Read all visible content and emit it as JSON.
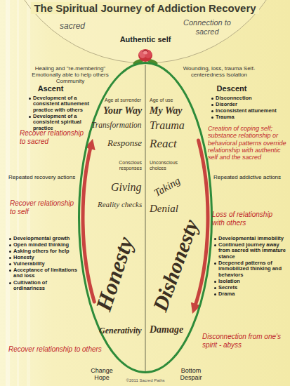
{
  "diagram": {
    "title": "The Spiritual Journey of Addiction Recovery",
    "nodes": [
      {
        "text": [
          "Age at surrender",
          "Age of use",
          "Your Way",
          "My Way",
          "Transformation",
          "Trauma",
          "Response",
          "React",
          "Conscious responses",
          "Unconscious choices",
          "Giving",
          "Taking",
          "Reality checks",
          "Denial",
          "Honesty",
          "Dishonesty",
          "Generativity",
          "Damage"
        ]
      }
    ],
    "labels": [
      "Authentic self",
      "sacred",
      "Connection to sacred",
      "Healing and \"re-membering\" Emotionally able to help others Community",
      "Wounding, loss, trauma Self-centeredness Isolation",
      "Ascent",
      "Descent",
      "Development of a consistent attunement practice with others",
      "Development of a consistent spiritual practice",
      "Disconnection",
      "Disorder",
      "Inconsistent attunement",
      "Trauma",
      "Recover relationship to sacred",
      "Creation of coping self; substance relationship or behavioral patterns override relationship with authentic self and the sacred",
      "Repeated recovery actions",
      "Repeated addictive actions",
      "Recover relationship to self",
      "Loss of relationship with others",
      "Developmental growth",
      "Open minded thinking",
      "Asking others for help",
      "Honesty",
      "Vulnerability",
      "Acceptance of limitations and loss",
      "Cultivation of ordinariness",
      "Developmental immobility",
      "Continued journey away from sacred with immature stance",
      "Deepened patterns of immobilized thinking and behaviors",
      "Isolation",
      "Secrets",
      "Drama",
      "Recover relationship to others",
      "Disconnection from one's spirit - abyss",
      "Change Hope",
      "Bottom Despair",
      "©2011 Sacred Paths"
    ]
  }
}
